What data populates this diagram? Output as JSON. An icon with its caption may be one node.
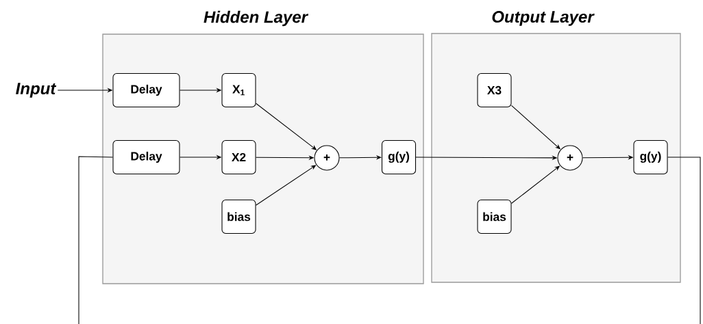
{
  "diagram": {
    "nodes": [
      {
        "text": [
          "Input"
        ]
      },
      {
        "text": [
          "Hidden Layer"
        ]
      },
      {
        "text": [
          "Delay"
        ],
        "in": 1
      },
      {
        "text": [
          "X$_{1}$"
        ],
        "in": 1
      },
      {
        "text": [
          "Delay"
        ],
        "in": 1
      },
      {
        "text": [
          "X2"
        ],
        "in": 1
      },
      {
        "text": [
          "bias"
        ],
        "in": 1
      },
      {
        "text": [
          "+"
        ],
        "in": 1
      },
      {
        "text": [
          "g(y)"
        ],
        "in": 1
      },
      {
        "text": [
          "Output Layer"
        ]
      },
      {
        "text": [
          "X3"
        ],
        "in": 9
      },
      {
        "text": [
          "+"
        ],
        "in": 9
      },
      {
        "text": [
          "bias"
        ],
        "in": 9
      },
      {
        "text": [
          "g(y)"
        ],
        "in": 9
      }
    ],
    "edges": [
      {
        "from": 0,
        "to": 2,
        "arrow": "to"
      },
      {
        "from": 2,
        "to": 3,
        "arrow": "to"
      },
      {
        "from": 3,
        "to": 7,
        "arrow": "to"
      },
      {
        "from": 4,
        "to": 5,
        "arrow": "to"
      },
      {
        "from": 5,
        "to": 7,
        "arrow": "to"
      },
      {
        "from": 6,
        "to": 7,
        "arrow": "to"
      },
      {
        "from": 7,
        "to": 8,
        "arrow": "to"
      },
      {
        "from": 8,
        "to": 11,
        "arrow": "to"
      },
      {
        "from": 10,
        "to": 11,
        "arrow": "to"
      },
      {
        "from": 12,
        "to": 11,
        "arrow": "to"
      },
      {
        "from": 11,
        "to": 13,
        "arrow": "to"
      },
      {
        "from": 13,
        "to": 4,
        "arrow": "none"
      }
    ]
  }
}
